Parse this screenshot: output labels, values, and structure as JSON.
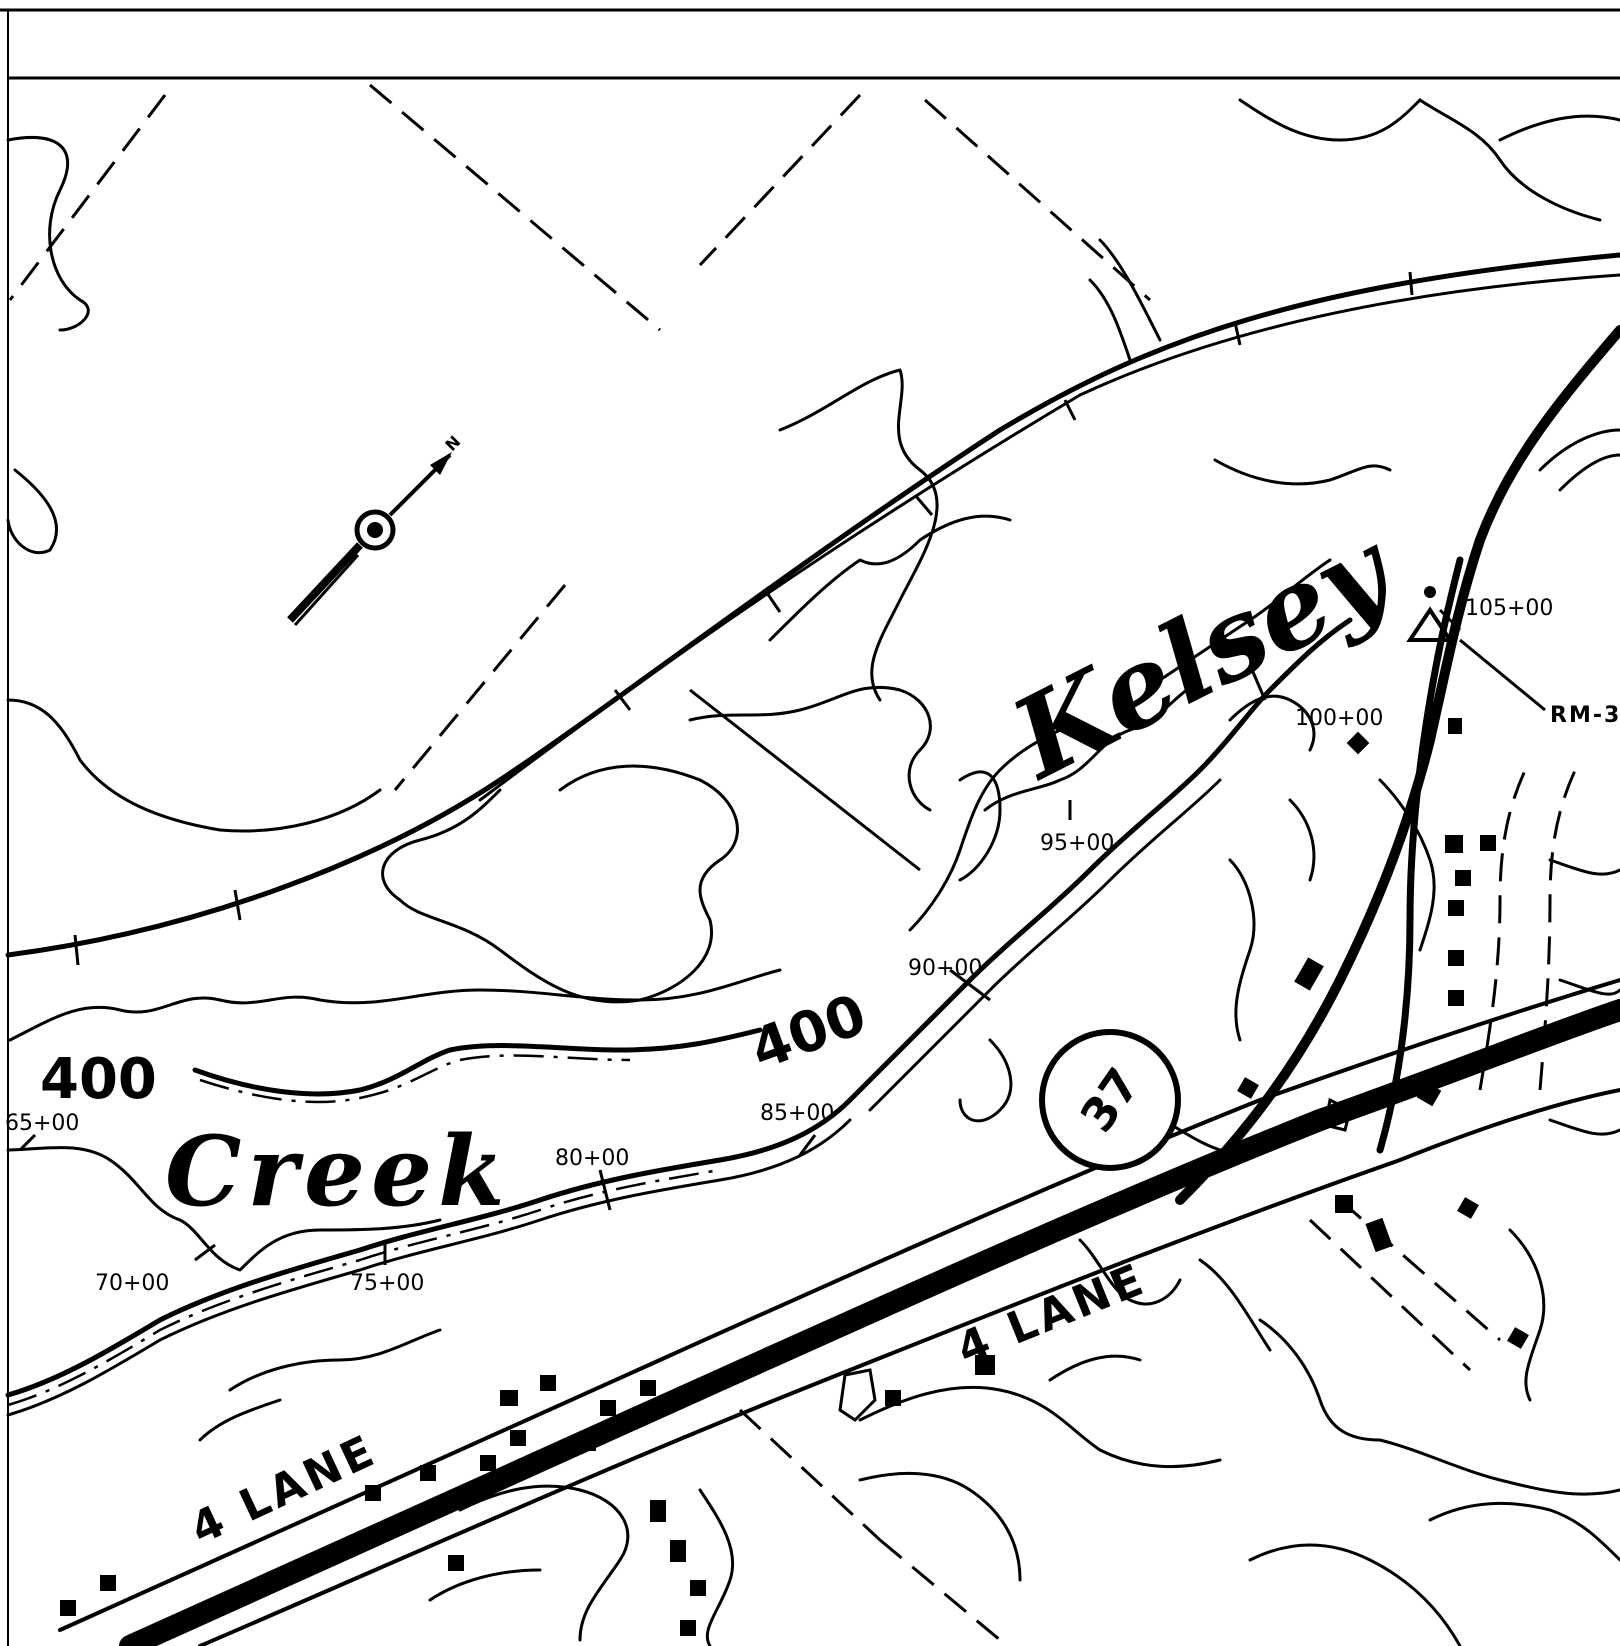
{
  "map": {
    "creek_name_first": "Kelsey",
    "creek_name_second": "Creek",
    "contour_label_left": "400",
    "contour_label_center": "400",
    "north_arrow_label": "N",
    "route_number": "37",
    "lane_label_left": "4 LANE",
    "lane_label_right": "4 LANE",
    "benchmark_label": "RM-3",
    "stations": [
      "65+00",
      "70+00",
      "75+00",
      "80+00",
      "85+00",
      "90+00",
      "95+00",
      "100+00",
      "105+00"
    ]
  }
}
